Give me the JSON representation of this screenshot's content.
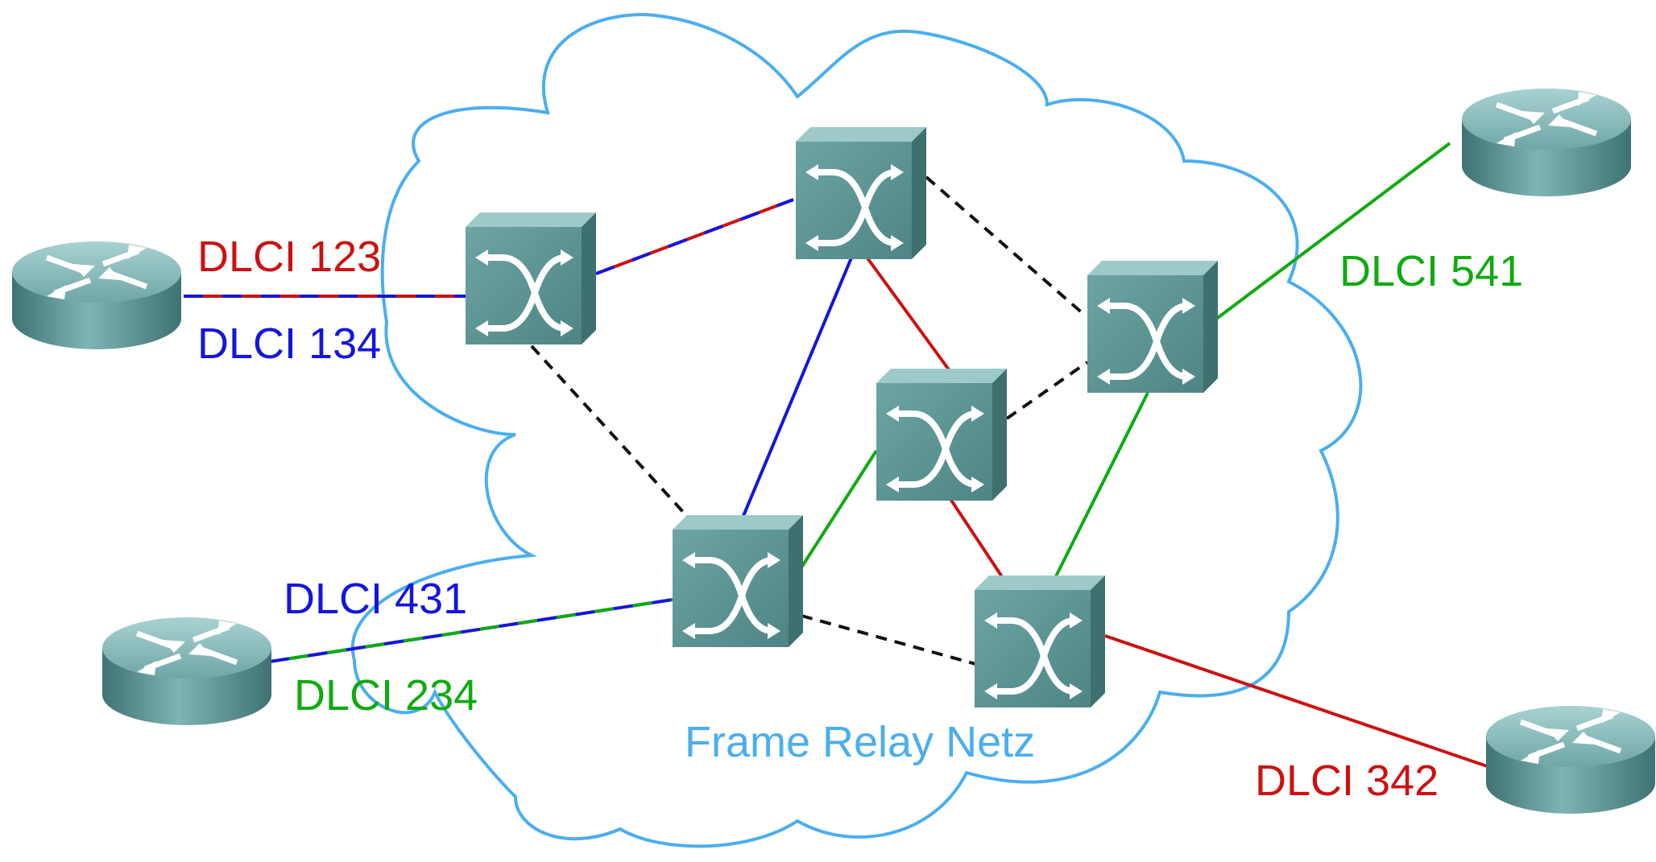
{
  "diagram": {
    "network_label": "Frame Relay Netz",
    "colors": {
      "cloud": "#4aaef0",
      "red": "#cc1111",
      "blue": "#1515dd",
      "green": "#11aa11",
      "dashed": "#111111",
      "device": "#5f9b9b"
    },
    "dlci_labels": {
      "r1_red": "DLCI 123",
      "r1_blue": "DLCI 134",
      "r2_blue": "DLCI 431",
      "r2_green": "DLCI 234",
      "r3_green": "DLCI 541",
      "r4_red": "DLCI 342"
    },
    "devices": {
      "routers": [
        "router-left-top",
        "router-left-bottom",
        "router-right-top",
        "router-right-bottom"
      ],
      "switches": [
        "switch-left",
        "switch-top",
        "switch-center",
        "switch-right",
        "switch-bottom-left",
        "switch-bottom-right"
      ]
    }
  }
}
